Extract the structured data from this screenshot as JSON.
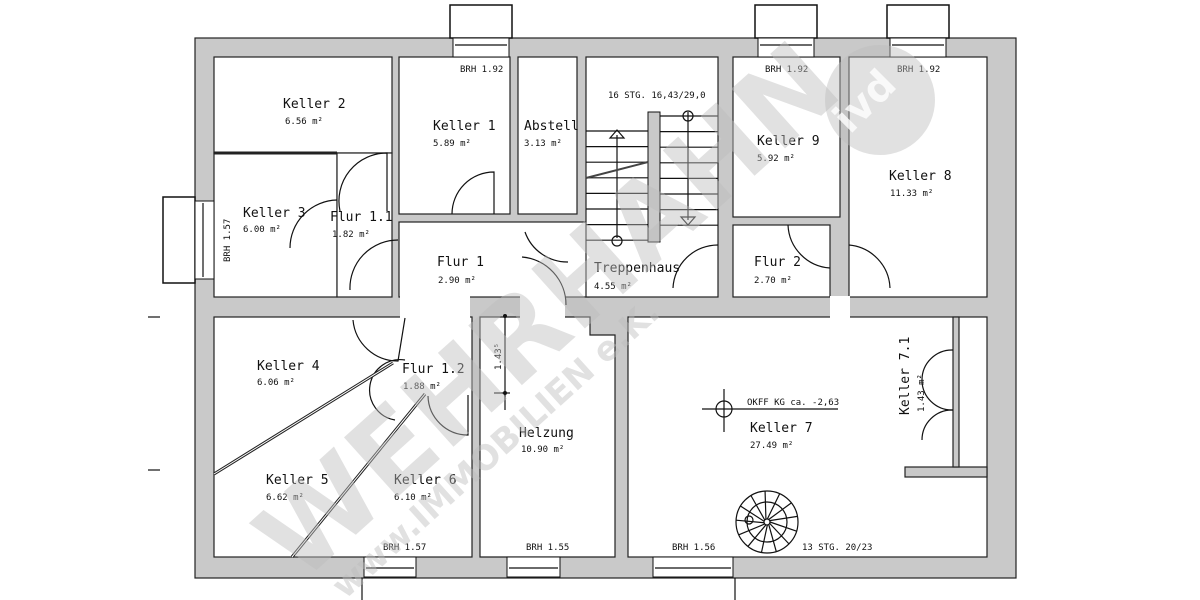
{
  "rooms": {
    "keller2": {
      "name": "Keller 2",
      "area": "6.56 m²"
    },
    "keller3": {
      "name": "Keller 3",
      "area": "6.00 m²"
    },
    "flur11": {
      "name": "Flur 1.1",
      "area": "1.82 m²"
    },
    "keller1": {
      "name": "Keller 1",
      "area": "5.89 m²"
    },
    "abstell": {
      "name": "Abstell",
      "area": "3.13 m²"
    },
    "flur1": {
      "name": "Flur 1",
      "area": "2.90 m²"
    },
    "treppenhaus": {
      "name": "Treppenhaus",
      "area": "4.55 m²"
    },
    "keller9": {
      "name": "Keller 9",
      "area": "5.92 m²"
    },
    "flur2": {
      "name": "Flur 2",
      "area": "2.70 m²"
    },
    "keller8": {
      "name": "Keller 8",
      "area": "11.33 m²"
    },
    "keller4": {
      "name": "Keller 4",
      "area": "6.06 m²"
    },
    "flur12": {
      "name": "Flur 1.2",
      "area": "1.88 m²"
    },
    "keller5": {
      "name": "Keller 5",
      "area": "6.62 m²"
    },
    "keller6": {
      "name": "Keller 6",
      "area": "6.10 m²"
    },
    "helzung": {
      "name": "Helzung",
      "area": "10.90 m²"
    },
    "keller7": {
      "name": "Keller 7",
      "area": "27.49 m²"
    },
    "keller71": {
      "name": "Keller 7.1",
      "area": "1.43 m²"
    }
  },
  "annotations": {
    "brh_keller1": "BRH 1.92",
    "brh_keller9": "BRH 1.92",
    "brh_keller8": "BRH 1.92",
    "brh_keller3": "BRH 1.57",
    "brh_keller6": "BRH 1.57",
    "brh_helzung": "BRH 1.55",
    "brh_keller7": "BRH 1.56",
    "stairs_main": "16 STG. 16,43/29,0",
    "stairs_spiral": "13 STG. 20/23",
    "floor_level": "OKFF KG ca. -2,63",
    "dimension": "1.43⁵"
  },
  "watermark": {
    "brand": "WEHRHAHN",
    "sub": "www.IMMOBILIEN e.K.",
    "logo": "ivd"
  },
  "colors": {
    "wall": "#c9c9c9",
    "line": "#111111"
  }
}
